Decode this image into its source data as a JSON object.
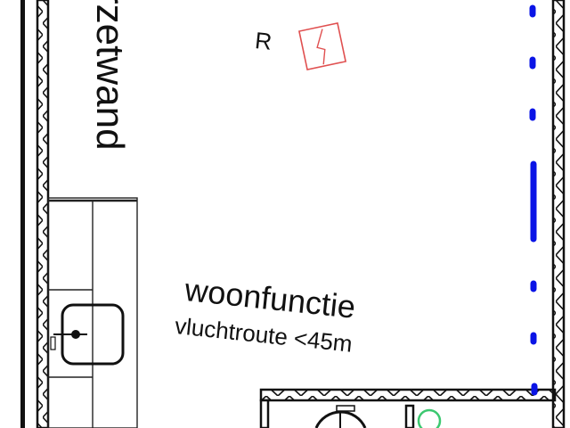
{
  "plan": {
    "wall_label": "rzetwand",
    "symbol_label": "R",
    "room": {
      "name": "woonfunctie",
      "subtitle": "vluchtroute <45m"
    },
    "colors": {
      "walls": "#111111",
      "escape_route": "#0a14e6",
      "detector_symbol": "#e05050",
      "green_symbol": "#3cc870",
      "background": "#ffffff"
    }
  }
}
